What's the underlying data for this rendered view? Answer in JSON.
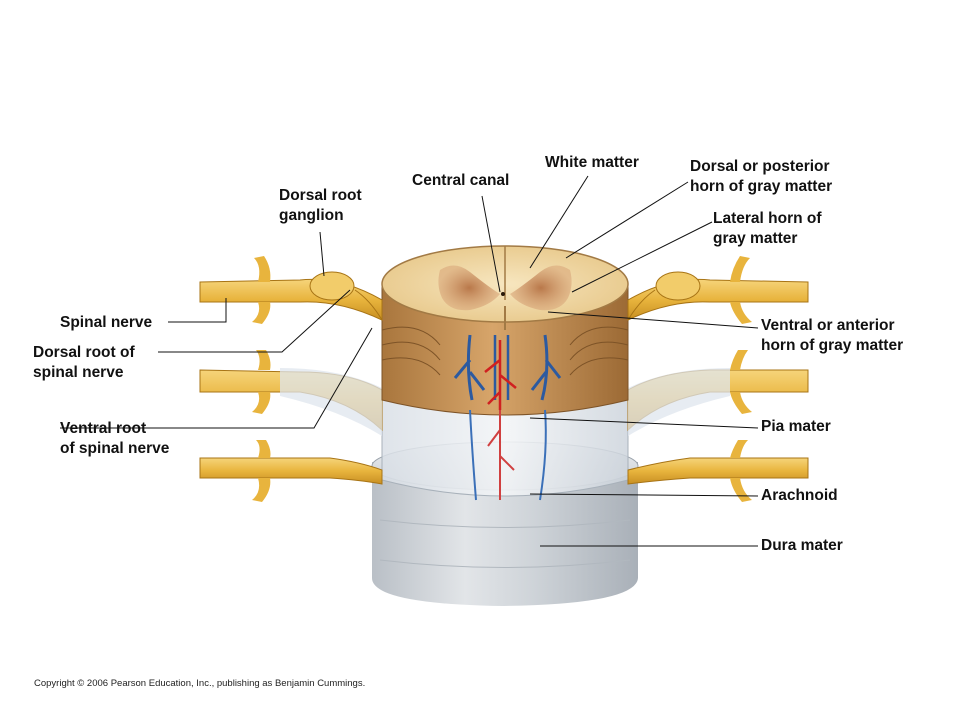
{
  "labels": {
    "dorsal_root_ganglion": [
      "Dorsal root",
      "ganglion"
    ],
    "central_canal": "Central canal",
    "white_matter": "White matter",
    "dorsal_horn": [
      "Dorsal or posterior",
      "horn of gray matter"
    ],
    "lateral_horn": [
      "Lateral horn of",
      "gray matter"
    ],
    "spinal_nerve": "Spinal nerve",
    "dorsal_root": [
      "Dorsal root of",
      "spinal nerve"
    ],
    "ventral_horn": [
      "Ventral or anterior",
      "horn of gray matter"
    ],
    "ventral_root": [
      "Ventral root",
      "of spinal nerve"
    ],
    "pia_mater": "Pia mater",
    "arachnoid": "Arachnoid",
    "dura_mater": "Dura mater"
  },
  "copyright": "Copyright © 2006 Pearson Education, Inc., publishing as Benjamin Cummings."
}
